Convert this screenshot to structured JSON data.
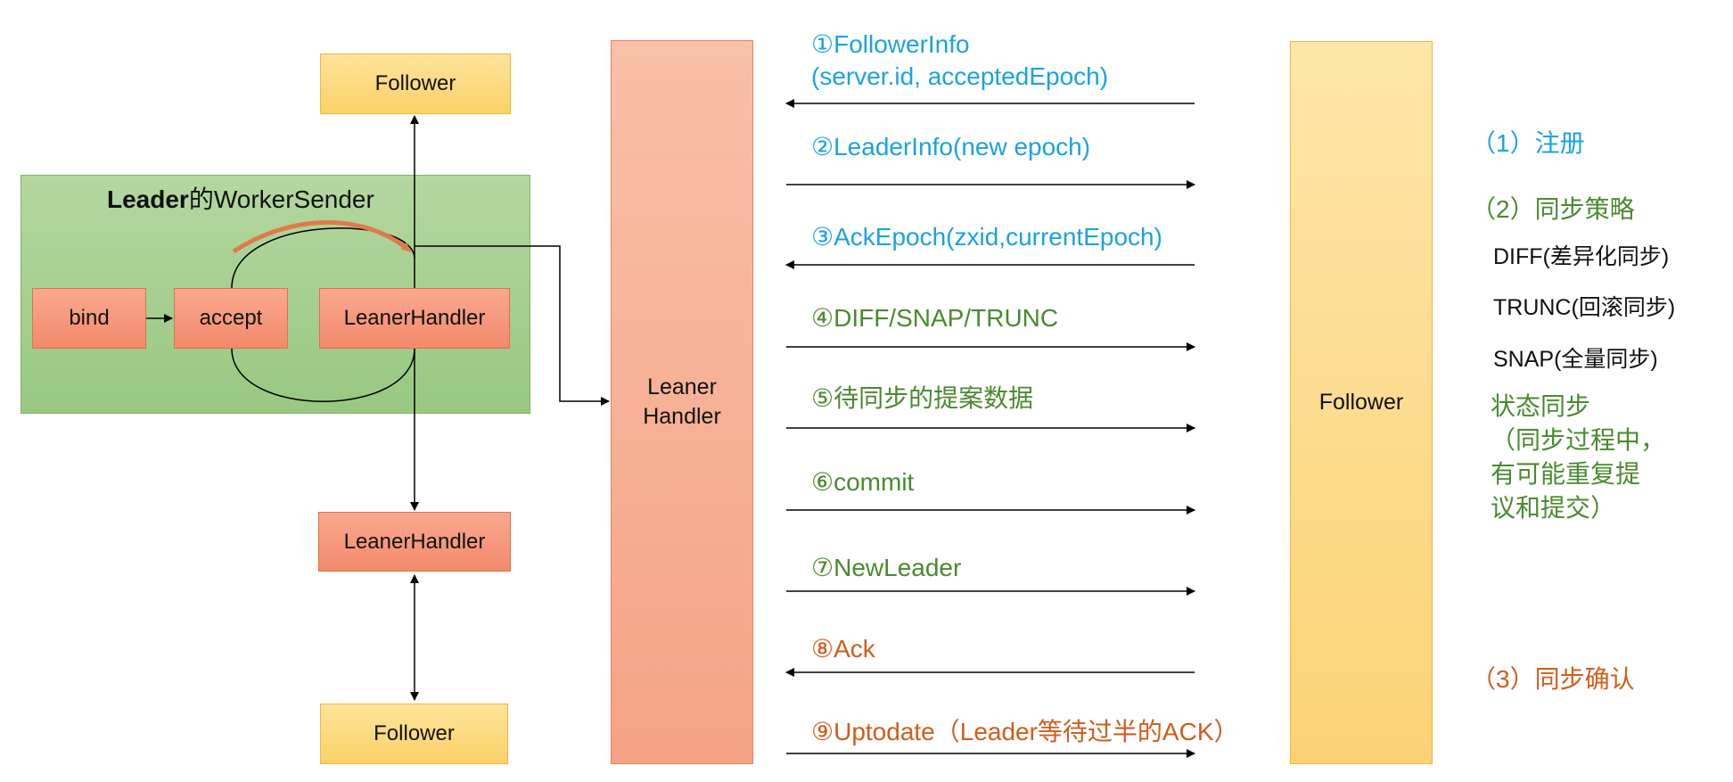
{
  "left": {
    "follower_top": "Follower",
    "panel_title_bold": "Leader",
    "panel_title_rest": "的WorkerSender",
    "bind": "bind",
    "accept": "accept",
    "leaner_handler_inner": "LeanerHandler",
    "leaner_handler_lower": "LeanerHandler",
    "follower_bottom": "Follower"
  },
  "center": {
    "leaner_line1": "Leaner",
    "leaner_line2": "Handler",
    "follower": "Follower"
  },
  "messages": [
    {
      "line1": "①FollowerInfo",
      "line2": "(server.id, acceptedEpoch)",
      "direction": "left",
      "color": "blue"
    },
    {
      "line1": "②LeaderInfo(new epoch)",
      "direction": "right",
      "color": "blue"
    },
    {
      "line1": "③AckEpoch(zxid,currentEpoch)",
      "direction": "left",
      "color": "blue"
    },
    {
      "line1": "④DIFF/SNAP/TRUNC",
      "direction": "right",
      "color": "green"
    },
    {
      "line1": "⑤待同步的提案数据",
      "direction": "right",
      "color": "green"
    },
    {
      "line1": "⑥commit",
      "direction": "right",
      "color": "green"
    },
    {
      "line1": "⑦NewLeader",
      "direction": "right",
      "color": "green"
    },
    {
      "line1": "⑧Ack",
      "direction": "left",
      "color": "orange"
    },
    {
      "line1": "⑨Uptodate（Leader等待过半的ACK）",
      "direction": "right",
      "color": "orange"
    }
  ],
  "phases": {
    "register": "（1）注册",
    "sync_strategy": "（2）同步策略",
    "diff": "DIFF(差异化同步)",
    "trunc": "TRUNC(回滚同步)",
    "snap": "SNAP(全量同步)",
    "state_sync": "状态同步",
    "state_note_1": "（同步过程中，",
    "state_note_2": "有可能重复提",
    "state_note_3": "议和提交）",
    "sync_confirm": "（3）同步确认"
  },
  "colors": {
    "blue": "#1aa3e0",
    "green": "#4a8a2e",
    "orange": "#cf5d1c",
    "follower_fill": "#fcd168",
    "handler_fill": "#f3896b",
    "panel_fill": "#a8d193"
  }
}
